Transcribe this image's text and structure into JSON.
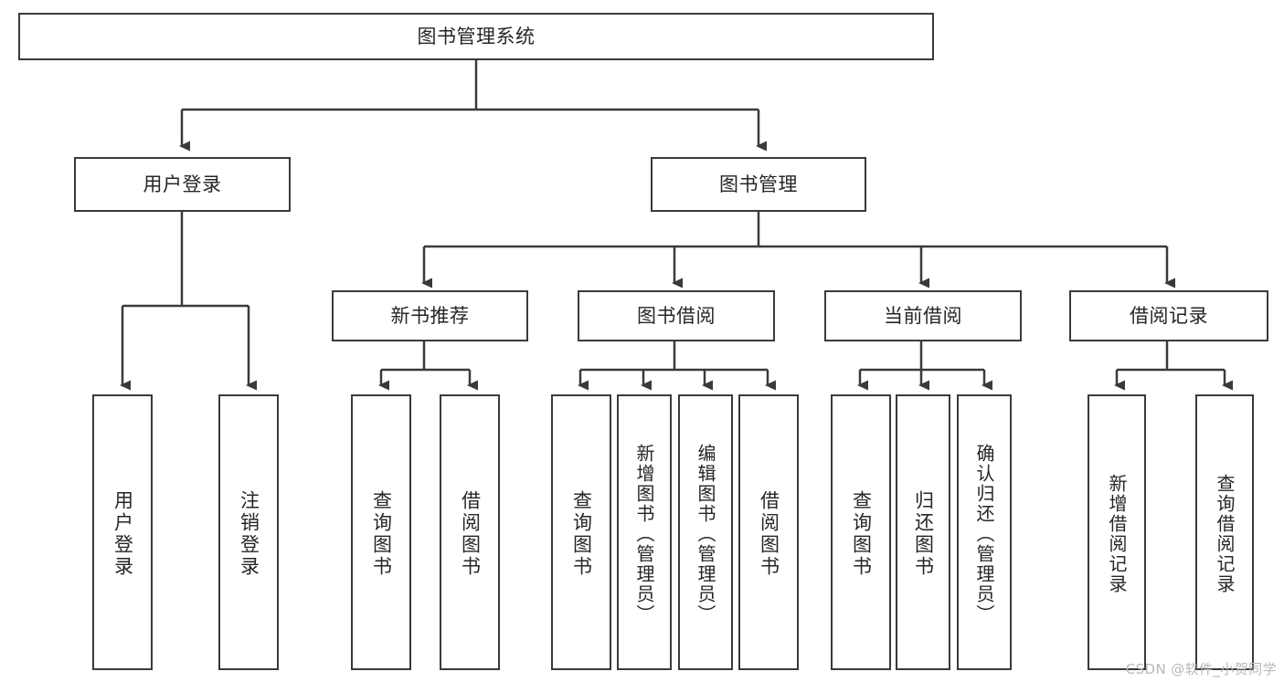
{
  "diagram": {
    "title_node": {
      "label": "图书管理系统"
    },
    "level1": [
      {
        "id": "user-login",
        "label": "用户登录"
      },
      {
        "id": "book-management",
        "label": "图书管理"
      }
    ],
    "level2": [
      {
        "id": "new-book-recommend",
        "label": "新书推荐"
      },
      {
        "id": "book-borrow",
        "label": "图书借阅"
      },
      {
        "id": "current-borrow",
        "label": "当前借阅"
      },
      {
        "id": "borrow-record",
        "label": "借阅记录"
      }
    ],
    "leaves": [
      {
        "id": "leaf-user-login",
        "label": "用户登录",
        "parent": "user-login"
      },
      {
        "id": "leaf-logout-login",
        "label": "注销登录",
        "parent": "user-login"
      },
      {
        "id": "leaf-query-book-1",
        "label": "查询图书",
        "parent": "new-book-recommend"
      },
      {
        "id": "leaf-borrow-book-1",
        "label": "借阅图书",
        "parent": "new-book-recommend"
      },
      {
        "id": "leaf-query-book-2",
        "label": "查询图书",
        "parent": "book-borrow"
      },
      {
        "id": "leaf-add-book",
        "label": "新增图书（管理员）",
        "parent": "book-borrow"
      },
      {
        "id": "leaf-edit-book",
        "label": "编辑图书（管理员）",
        "parent": "book-borrow"
      },
      {
        "id": "leaf-borrow-book-2",
        "label": "借阅图书",
        "parent": "book-borrow"
      },
      {
        "id": "leaf-query-book-3",
        "label": "查询图书",
        "parent": "current-borrow"
      },
      {
        "id": "leaf-return-book",
        "label": "归还图书",
        "parent": "current-borrow"
      },
      {
        "id": "leaf-confirm-return",
        "label": "确认归还（管理员）",
        "parent": "current-borrow"
      },
      {
        "id": "leaf-add-record",
        "label": "新增借阅记录",
        "parent": "borrow-record"
      },
      {
        "id": "leaf-query-record",
        "label": "查询借阅记录",
        "parent": "borrow-record"
      }
    ],
    "watermark": "CSDN @软件_小贺同学",
    "colors": {
      "stroke": "#3a3a3a",
      "text": "#262626",
      "background": "#ffffff",
      "watermark": "#b9b9b9"
    }
  }
}
